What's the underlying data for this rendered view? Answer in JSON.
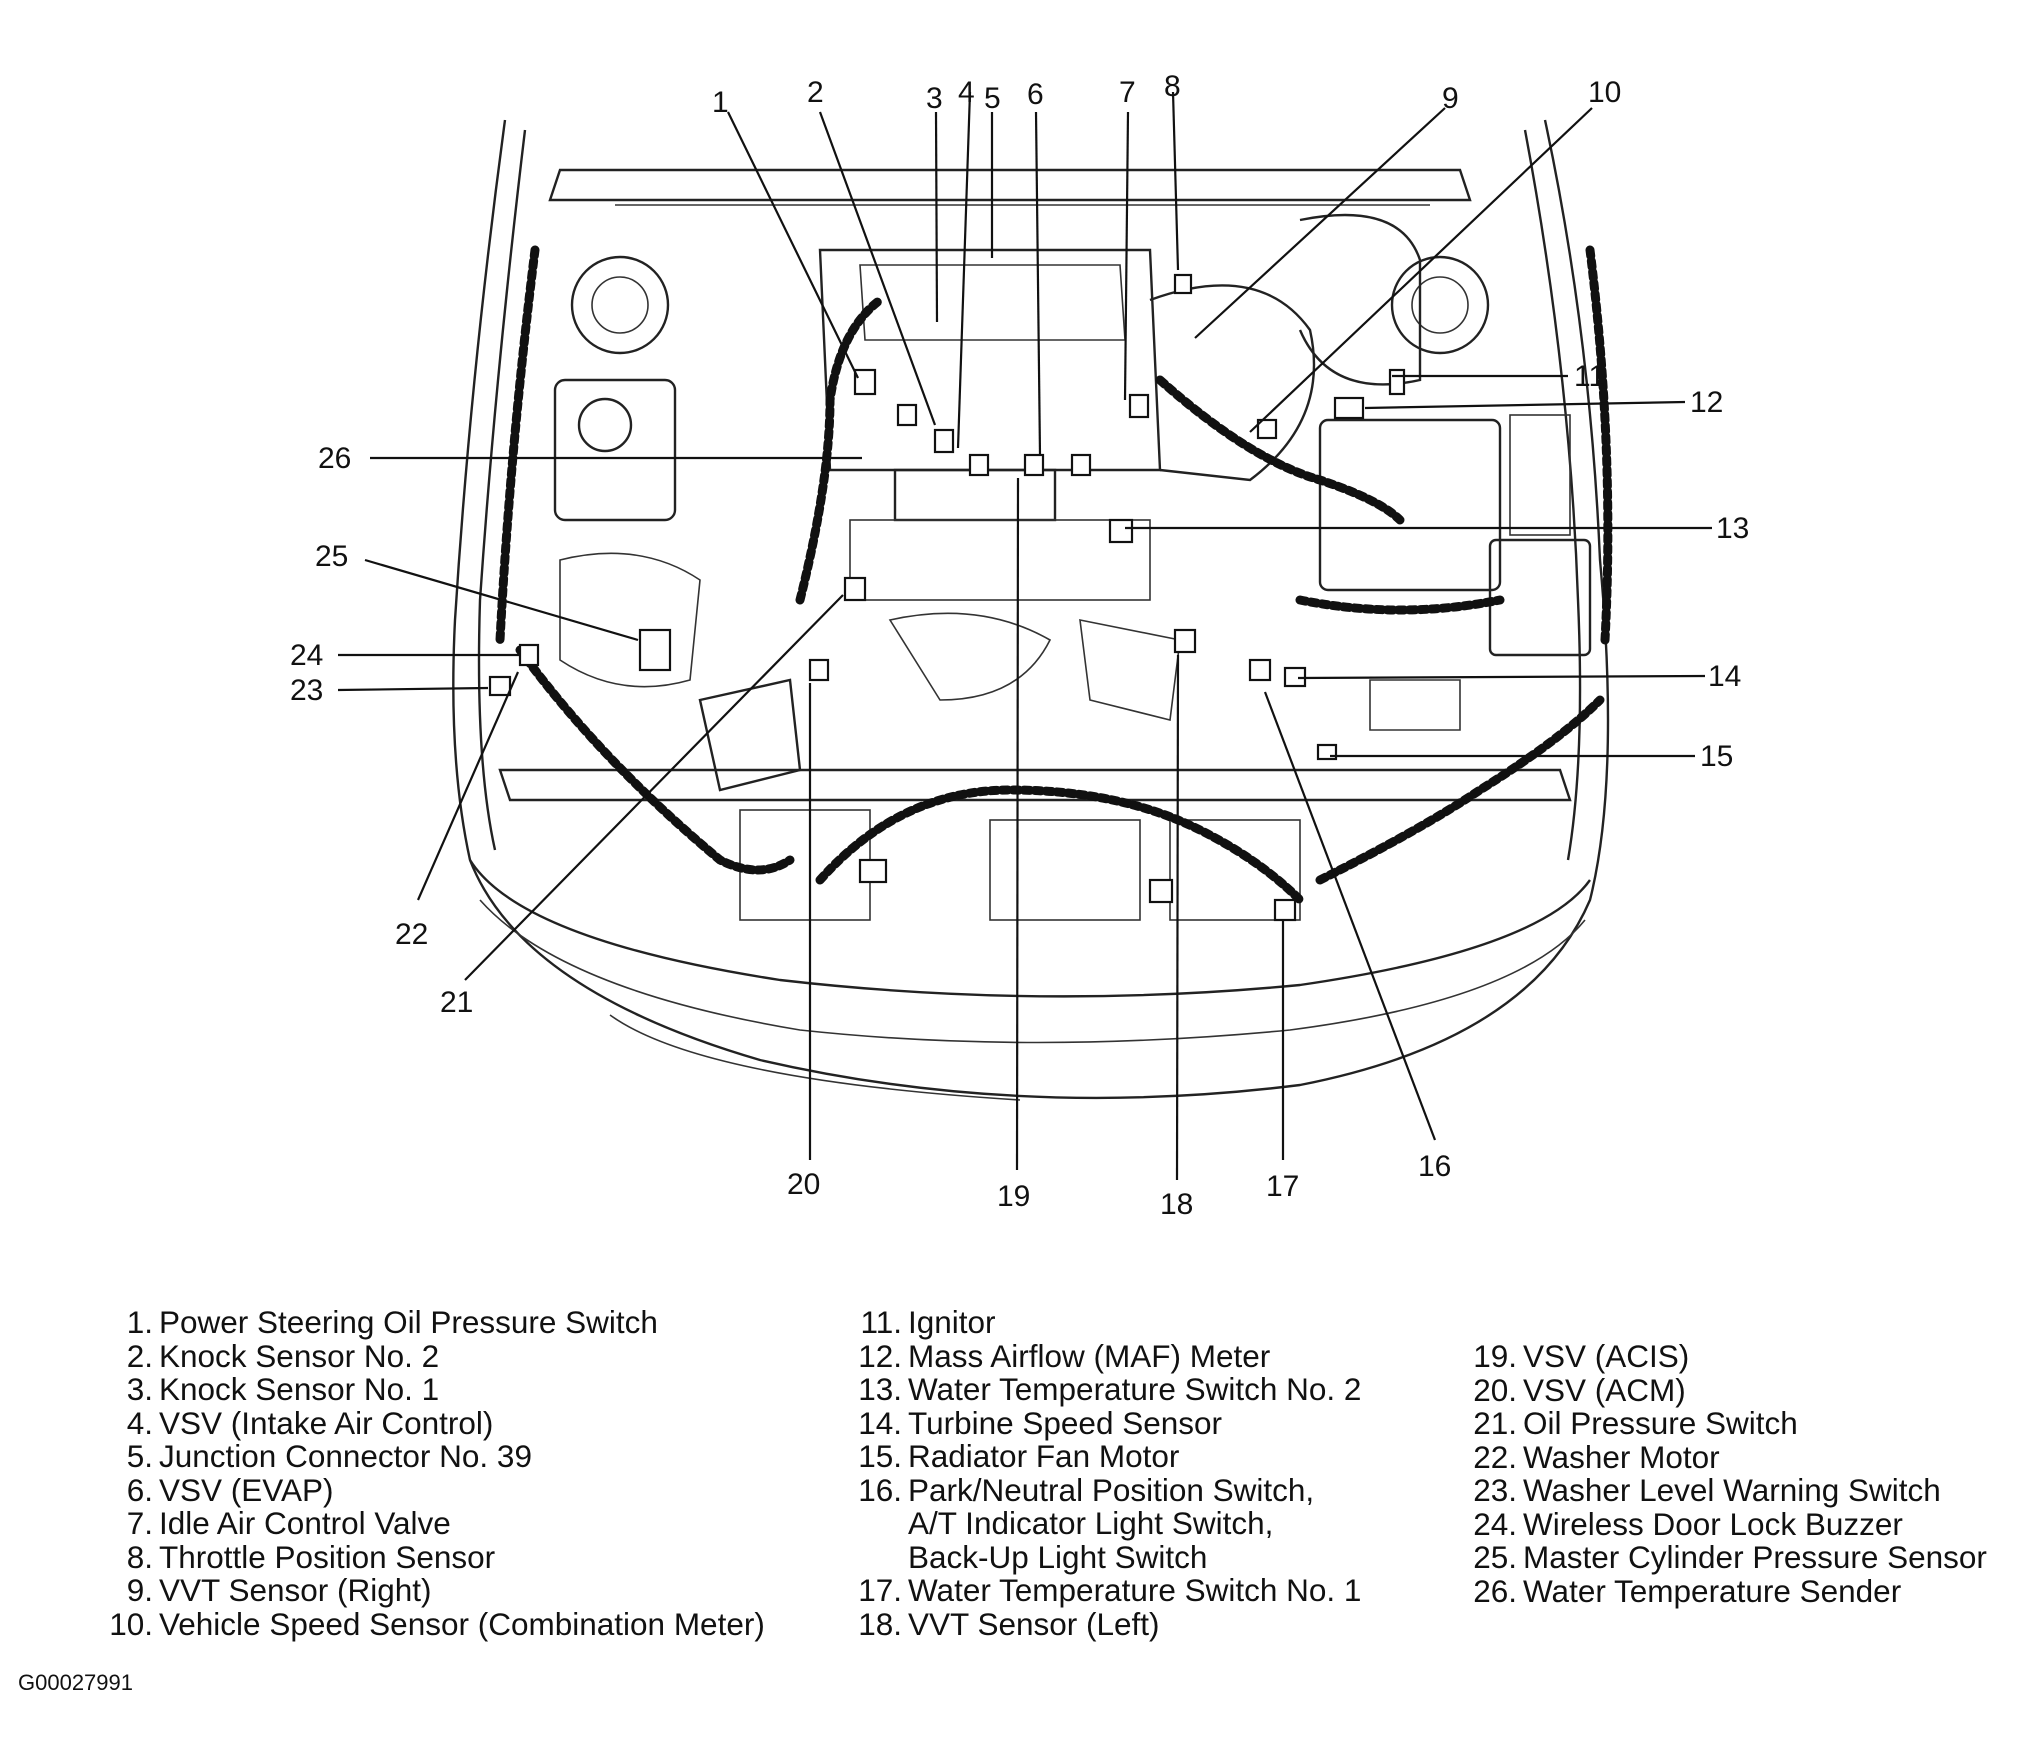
{
  "callouts": [
    "1",
    "2",
    "3",
    "4",
    "5",
    "6",
    "7",
    "8",
    "9",
    "10",
    "11",
    "12",
    "13",
    "14",
    "15",
    "16",
    "17",
    "18",
    "19",
    "20",
    "21",
    "22",
    "23",
    "24",
    "25",
    "26"
  ],
  "legend": {
    "col1": [
      {
        "num": "1.",
        "label": "Power Steering Oil Pressure Switch"
      },
      {
        "num": "2.",
        "label": "Knock Sensor No. 2"
      },
      {
        "num": "3.",
        "label": "Knock Sensor No. 1"
      },
      {
        "num": "4.",
        "label": "VSV (Intake Air Control)"
      },
      {
        "num": "5.",
        "label": "Junction Connector No. 39"
      },
      {
        "num": "6.",
        "label": "VSV (EVAP)"
      },
      {
        "num": "7.",
        "label": "Idle Air Control Valve"
      },
      {
        "num": "8.",
        "label": "Throttle Position Sensor"
      },
      {
        "num": "9.",
        "label": "VVT Sensor (Right)"
      },
      {
        "num": "10.",
        "label": "Vehicle Speed Sensor (Combination Meter)"
      }
    ],
    "col2": [
      {
        "num": "11.",
        "label": "Ignitor"
      },
      {
        "num": "12.",
        "label": "Mass Airflow (MAF) Meter"
      },
      {
        "num": "13.",
        "label": "Water Temperature Switch No. 2"
      },
      {
        "num": "14.",
        "label": "Turbine Speed Sensor"
      },
      {
        "num": "15.",
        "label": "Radiator Fan Motor"
      },
      {
        "num": "16.",
        "label": "Park/Neutral Position Switch,"
      },
      {
        "num": "17.",
        "label": "Water Temperature Switch No. 1"
      },
      {
        "num": "18.",
        "label": "VVT Sensor (Left)"
      }
    ],
    "item16_cont": [
      "A/T Indicator Light Switch,",
      "Back-Up Light Switch"
    ],
    "col3": [
      {
        "num": "19.",
        "label": "VSV (ACIS)"
      },
      {
        "num": "20.",
        "label": "VSV (ACM)"
      },
      {
        "num": "21.",
        "label": "Oil Pressure Switch"
      },
      {
        "num": "22.",
        "label": "Washer Motor"
      },
      {
        "num": "23.",
        "label": "Washer Level Warning Switch"
      },
      {
        "num": "24.",
        "label": "Wireless Door Lock Buzzer"
      },
      {
        "num": "25.",
        "label": "Master Cylinder Pressure Sensor"
      },
      {
        "num": "26.",
        "label": "Water Temperature Sender"
      }
    ]
  },
  "figure_code": "G00027991"
}
